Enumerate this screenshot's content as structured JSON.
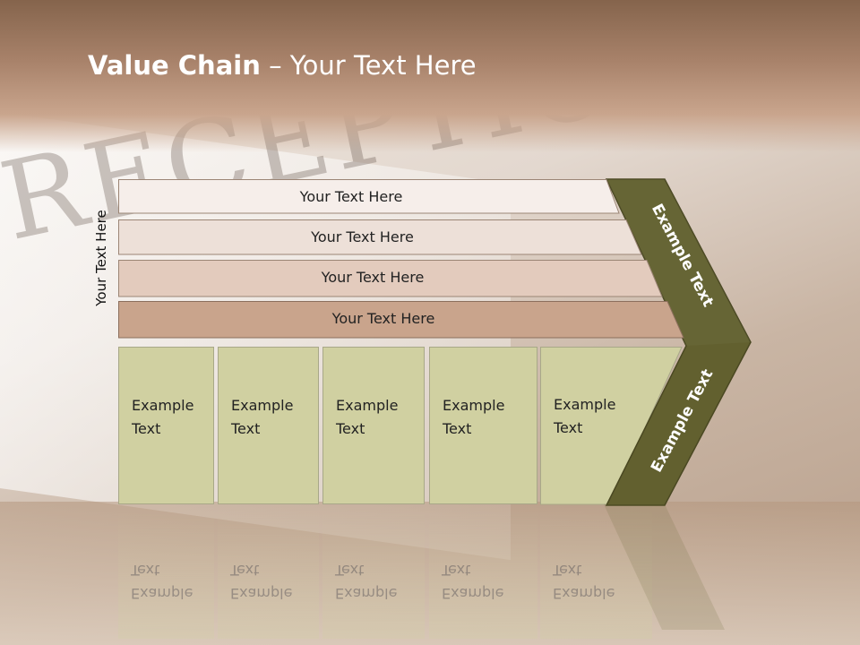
{
  "title": {
    "bold": "Value Chain",
    "rest": " – Your Text Here"
  },
  "side_label": "Your Text Here",
  "support_rows": [
    "Your Text Here",
    "Your Text Here",
    "Your Text Here",
    "Your Text Here"
  ],
  "support_row_colors": [
    "#f6eeea",
    "#ede0d8",
    "#e3cbbd",
    "#c9a48c"
  ],
  "primary_columns": [
    "Example\nText",
    "Example\nText",
    "Example\nText",
    "Example\nText",
    "Example\nText"
  ],
  "chevron_top_label": "Example Text",
  "chevron_bottom_label": "Example Text",
  "background_word": "RECEPTIO",
  "colors": {
    "chevron": "#62602f",
    "column_fill": "#d0d0a1",
    "title_text": "#ffffff"
  }
}
